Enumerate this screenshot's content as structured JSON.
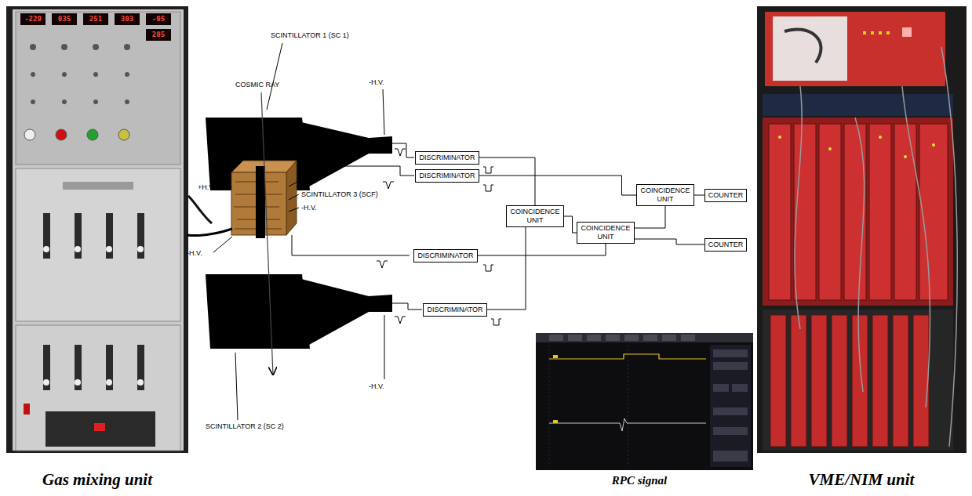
{
  "diagram": {
    "nodes": [
      {
        "text": [
          "DISCRIMINATOR"
        ]
      },
      {
        "text": [
          "DISCRIMINATOR"
        ]
      },
      {
        "text": [
          "DISCRIMINATOR"
        ]
      },
      {
        "text": [
          "DISCRIMINATOR"
        ]
      },
      {
        "text": [
          "COINCIDENCE UNIT"
        ]
      },
      {
        "text": [
          "COINCIDENCE UNIT"
        ]
      },
      {
        "text": [
          "COINCIDENCE UNIT"
        ]
      },
      {
        "text": [
          "COUNTER"
        ]
      },
      {
        "text": [
          "COUNTER"
        ]
      }
    ],
    "edges": [
      {
        "from": 0,
        "to": 4,
        "arrow": "none"
      },
      {
        "from": 3,
        "to": 4,
        "arrow": "none"
      },
      {
        "from": 4,
        "to": 5,
        "arrow": "none"
      },
      {
        "from": 2,
        "to": 5,
        "arrow": "none"
      },
      {
        "from": 1,
        "to": 6,
        "arrow": "none"
      },
      {
        "from": 5,
        "to": 6,
        "arrow": "none"
      },
      {
        "from": 6,
        "to": 7,
        "arrow": "none"
      },
      {
        "from": 5,
        "to": 8,
        "arrow": "none"
      }
    ],
    "labels": [
      "-229",
      "035",
      "251",
      "303",
      "-05",
      "205",
      "SCINTILLATOR 1 (SC 1)",
      "-H.V.",
      "COSMIC RAY",
      "+H.V.",
      "RPC",
      "SCINTILLATOR 3 (SCF)",
      "-H.V.",
      "-H.V.",
      "SCINTILLATOR 2 (SC 2)",
      "-H.V.",
      "Gas mixing unit",
      "RPC signal",
      "VME/NIM unit"
    ]
  }
}
